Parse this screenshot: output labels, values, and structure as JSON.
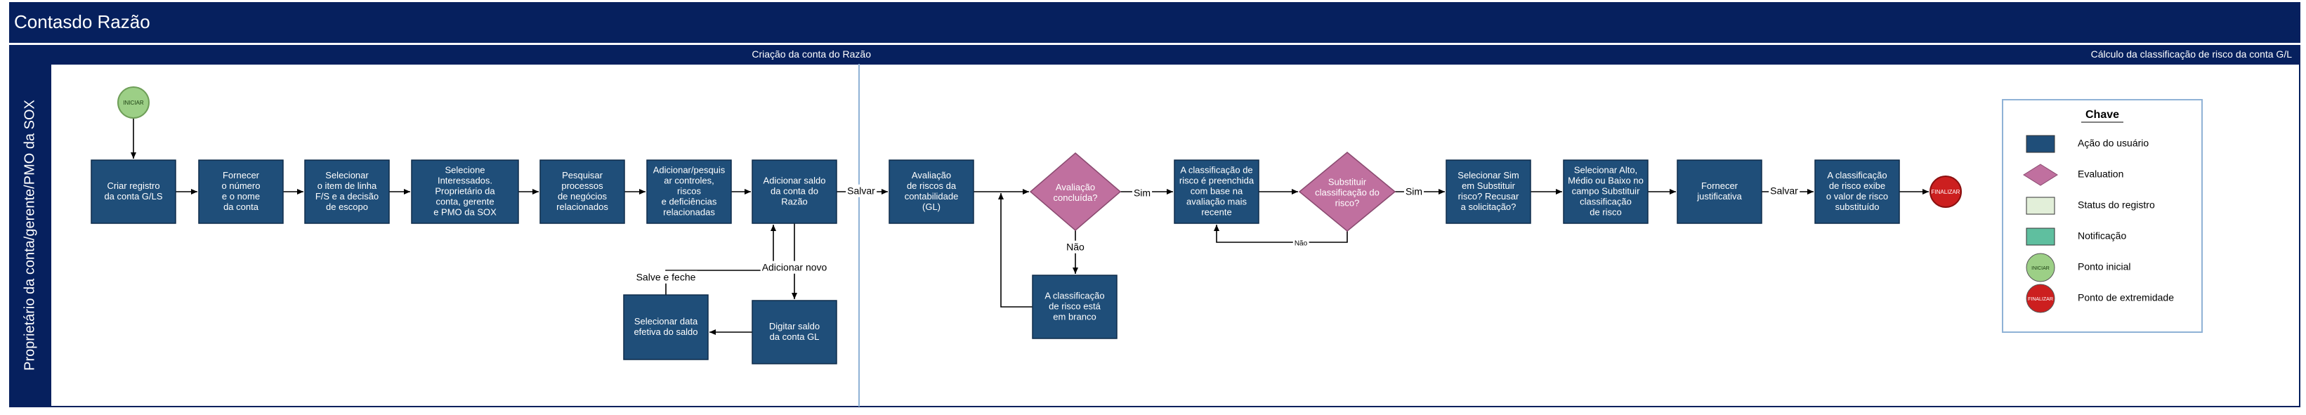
{
  "title": "Contasdo Razão",
  "phases": [
    "Criação da conta do Razão",
    "Cálculo da classificação de risco da conta G/L"
  ],
  "lane": "Proprietário da conta/gerente/PMO da SOX",
  "start_label": "INICIAR",
  "end_label": "FINALIZAR",
  "steps": {
    "s1": [
      "Criar registro",
      "da conta G/LS"
    ],
    "s2": [
      "Fornecer",
      "o número",
      "e o nome",
      "da conta"
    ],
    "s3": [
      "Selecionar",
      "o item de linha",
      "F/S e a decisão",
      "de escopo"
    ],
    "s4": [
      "Selecione",
      "Interessados.",
      "Proprietário da",
      "conta, gerente",
      "e PMO da SOX"
    ],
    "s5": [
      "Pesquisar",
      "processos",
      "de negócios",
      "relacionados"
    ],
    "s6": [
      "Adicionar/pesquis",
      "ar controles,",
      "riscos",
      "e deficiências",
      "relacionadas"
    ],
    "s7": [
      "Adicionar saldo",
      "da conta do",
      "Razão"
    ],
    "s8": [
      "Digitar saldo",
      "da conta GL"
    ],
    "s9": [
      "Selecionar data",
      "efetiva do saldo"
    ],
    "s10": [
      "Avaliação",
      "de riscos da",
      "contabilidade",
      "(GL)"
    ],
    "d1": [
      "Avaliação",
      "concluída?"
    ],
    "s11": [
      "A classificação",
      "de risco está",
      "em branco"
    ],
    "s12": [
      "A classificação de",
      "risco é preenchida",
      "com base na",
      "avaliação mais",
      "recente"
    ],
    "d2": [
      "Substituir",
      "classificação do",
      "risco?"
    ],
    "s13": [
      "Selecionar Sim",
      "em Substituir",
      "risco? Recusar",
      "a solicitação?"
    ],
    "s14": [
      "Selecionar Alto,",
      "Médio ou Baixo no",
      "campo Substituir",
      "classificação",
      "de risco"
    ],
    "s15": [
      "Fornecer",
      "justificativa"
    ],
    "s16": [
      "A classificação",
      "de risco exibe",
      "o valor de risco",
      "substituído"
    ]
  },
  "connector_labels": {
    "salvar_1": "Salvar",
    "salve_feche": "Salve e feche",
    "adicionar_novo": "Adicionar novo",
    "nao_1": "Não",
    "sim_1": "Sim",
    "sim_2": "Sim",
    "nao_2": "Não",
    "salvar_2": "Salvar"
  },
  "legend": {
    "title": "Chave",
    "items": [
      {
        "label": "Ação do usuário",
        "shape": "rect",
        "color": "#1f4e79"
      },
      {
        "label": "Evaluation",
        "shape": "diamond",
        "color": "#c0709f"
      },
      {
        "label": "Status do registro",
        "shape": "rect",
        "color": "#e2efd9"
      },
      {
        "label": "Notificação",
        "shape": "rect",
        "color": "#5fbf9f"
      },
      {
        "label": "Ponto inicial",
        "shape": "circle",
        "color": "#9ccf86"
      },
      {
        "label": "Ponto de extremidade",
        "shape": "circle",
        "color": "#cc1f1f"
      }
    ]
  },
  "colors": {
    "header": "#06205e",
    "action": "#1f4e79",
    "evaluation": "#c0709f",
    "start": "#9ccf86",
    "end": "#cc1f1f",
    "divider": "#8fb2d6"
  }
}
